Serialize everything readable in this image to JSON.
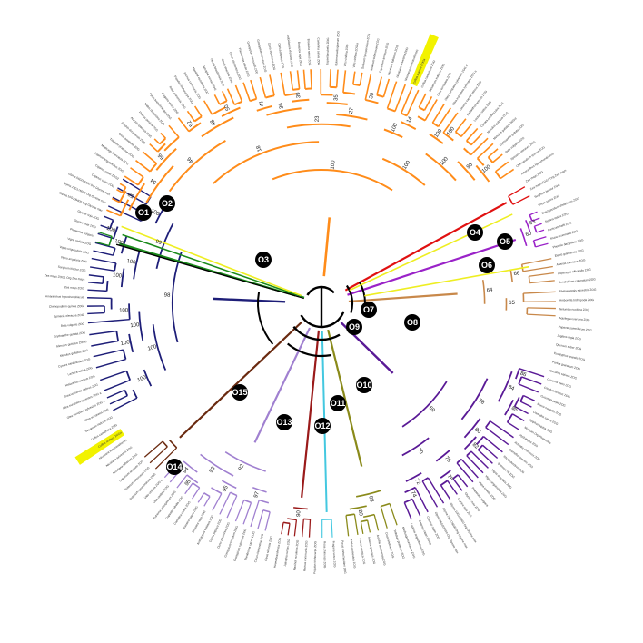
{
  "figure": {
    "type": "circular phylogenetic tree",
    "background": "#ffffff",
    "leaf_label_color": "#333333",
    "highlight_color": "#f2f200"
  },
  "orthogroups": [
    {
      "id": "O1",
      "color": "#1a8a1a"
    },
    {
      "id": "O2",
      "color": "#000000"
    },
    {
      "id": "O3",
      "color": "#eeee22"
    },
    {
      "id": "O4",
      "color": "#e01010"
    },
    {
      "id": "O5",
      "color": "#eeee22"
    },
    {
      "id": "O6",
      "color": "#9a22c8"
    },
    {
      "id": "O7",
      "color": "#c8884a"
    },
    {
      "id": "O8",
      "color": "#c8884a"
    },
    {
      "id": "O9",
      "color": "#5a1a96"
    },
    {
      "id": "O10",
      "color": "#8a8a1a"
    },
    {
      "id": "O11",
      "color": "#44c8e0"
    },
    {
      "id": "O12",
      "color": "#9a1a1a"
    },
    {
      "id": "O13",
      "color": "#a080d0"
    },
    {
      "id": "O14",
      "color": "#6a2a10"
    },
    {
      "id": "O15",
      "color": "#1e1e78"
    }
  ],
  "clades": {
    "orange": "#ff8c1a",
    "navy": "#1e1e78",
    "purple": "#5a1a96",
    "lavender": "#a080d0",
    "olive": "#8a8a1a",
    "cyan": "#44c8e0",
    "darkred": "#9a1a1a",
    "brown": "#6a2a10",
    "violet": "#9a22c8",
    "tan": "#c8884a",
    "red": "#e01010",
    "green": "#1a8a1a",
    "yellow": "#eeee22",
    "backbone": "#000000"
  },
  "bootstrap_labels": [
    "100",
    "100",
    "100",
    "100",
    "100",
    "100",
    "100",
    "100",
    "100",
    "100",
    "99",
    "98",
    "97",
    "95",
    "95",
    "94",
    "93",
    "92",
    "90",
    "89",
    "88",
    "86",
    "85",
    "84",
    "82",
    "80",
    "78",
    "76",
    "75",
    "74",
    "72",
    "70",
    "69",
    "66",
    "65",
    "64",
    "63",
    "60",
    "58",
    "56",
    "54",
    "52",
    "50",
    "48",
    "46",
    "41",
    "39",
    "36",
    "35",
    "30",
    "27",
    "23",
    "18",
    "14",
    "100",
    "100",
    "100",
    "100",
    "98",
    "100"
  ],
  "leaf_labels": [
    "Vigna angularis ZOG",
    "Vigna unguiculata ZOG",
    "Vigna radiata ZOG",
    "Phaseolus vulgaris",
    "Glycine max ZOG",
    "Glycine soja ZOG",
    "Glyma.10G109400 Org Glycine max",
    "Glyma.19G176000 Org Glycine max",
    "Glyma.06G009100 Org Glycine max",
    "Cajanus cajan ZOG",
    "Cajanus cajan ZOG2",
    "Lupinus angustifolius ZOG",
    "Medicago truncatula ZOG",
    "Trifolium pratense ZOG",
    "Cicer arietinum ZOG",
    "Arachis duranensis ZOG",
    "Arachis ipaensis ZOG",
    "Prunus persica ZOG",
    "Malus domestica ZOG",
    "Pyrus bretschneideri ZOG",
    "Fragaria vesca ZOG",
    "Rosa chinensis ZOG",
    "Populus trichocarpa ZOG",
    "Ricinus communis ZOG",
    "Manihot esculenta ZOG",
    "Jatropha curcas ZOG",
    "Hevea brasiliensis ZOG",
    "Citrus sinensis ZOG",
    "Citrus clementina ZOG",
    "Theobroma cacao ZOG",
    "Gossypium raimondii ZOG",
    "Gossypium hirsutum ZOG",
    "Durio zibethinus ZOG",
    "Carica papaya ZOG",
    "Arabidopsis thaliana ZOG",
    "Brassica rapa ZOG",
    "Brassica napus ZOG",
    "Camelina sativa ZOG",
    "Capsella rubella ZOG",
    "Eutrema salsugineum ZOG",
    "Vitis vinifera ZOG",
    "Vitis vinifera ZOG a",
    "Solanum lycopersicum ZOG",
    "Solanum tuberosum ZOG",
    "Capsicum annuum ZOG",
    "Nicotiana tabacum ZOG",
    "Nicotiana sylvestris ZOG",
    "Nicotiana tomentosiformis",
    "Coffea arabica ZOGa",
    "Coffea canephora ZOG",
    "Sesamum indicum ZOG",
    "Olea europaea ZOG",
    "Olea europaea sylvestris ZOG c",
    "Olea europaea sylvestris ZOG a",
    "Daucus carota sativus ZOG",
    "Helianthus annuus ZOG",
    "Lactuca sativa ZOG",
    "Cynara cardunculus ZOG",
    "Mimulus guttatus ZOG",
    "Mimulus guttatus ZOGd",
    "Erythranthe guttata ZOG",
    "Beta vulgaris ZOG",
    "Spinacia oleracea ZOG",
    "Chenopodium quinoa ZOG",
    "Amaranthus hypochondriacus",
    "Zea mays ZOG",
    "Zea mays ZOG1 Org Zea mays",
    "Sorghum bicolor ZOG",
    "Oryza sativa ZOG",
    "Brachypodium distachyon ZOG",
    "Setaria italica ZOG",
    "Panicum hallii ZOG",
    "Musa acuminata ZOG",
    "Phoenix dactylifera ZOG",
    "Elaeis guineensis ZOG",
    "Ananas comosus ZOG",
    "Asparagus officinalis ZOG",
    "Dendrobium catenatum ZOG",
    "Phalaenopsis equestris ZOG",
    "Amborella trichopoda ZOG",
    "Nelumbo nucifera ZOG",
    "Aquilegia coerulea ZOG",
    "Papaver somniferum ZOG",
    "Juglans regia ZOG",
    "Quercus suber ZOG",
    "Eucalyptus grandis ZOG",
    "Punica granatum ZOG",
    "Cucumis sativus ZOG",
    "Cucumis melo ZOG",
    "Citrullus lanatus ZOG",
    "Cucurbita pepo ZOG",
    "Morus notabilis ZOG",
    "Cannabis sativa ZOG",
    "Ziziphus jujuba ZOG",
    "Mexican Org Phaseolus",
    "Hydrangea ZOG",
    "Actinidia chinensis ZOG",
    "Camellia sinensis ZOG",
    "Rhododendron ZOG",
    "Ipomoea nil ZOG"
  ],
  "highlighted_labels": [
    "Zea mays ZOG1 Org Zea mays",
    "Cajanus cajan ZOG2",
    "Coffea arabica ZOGa",
    "Mexican Org Phaseolus",
    "Vitis vinifera ZOG a",
    "Olea europaea sylvestris ZOG a"
  ]
}
